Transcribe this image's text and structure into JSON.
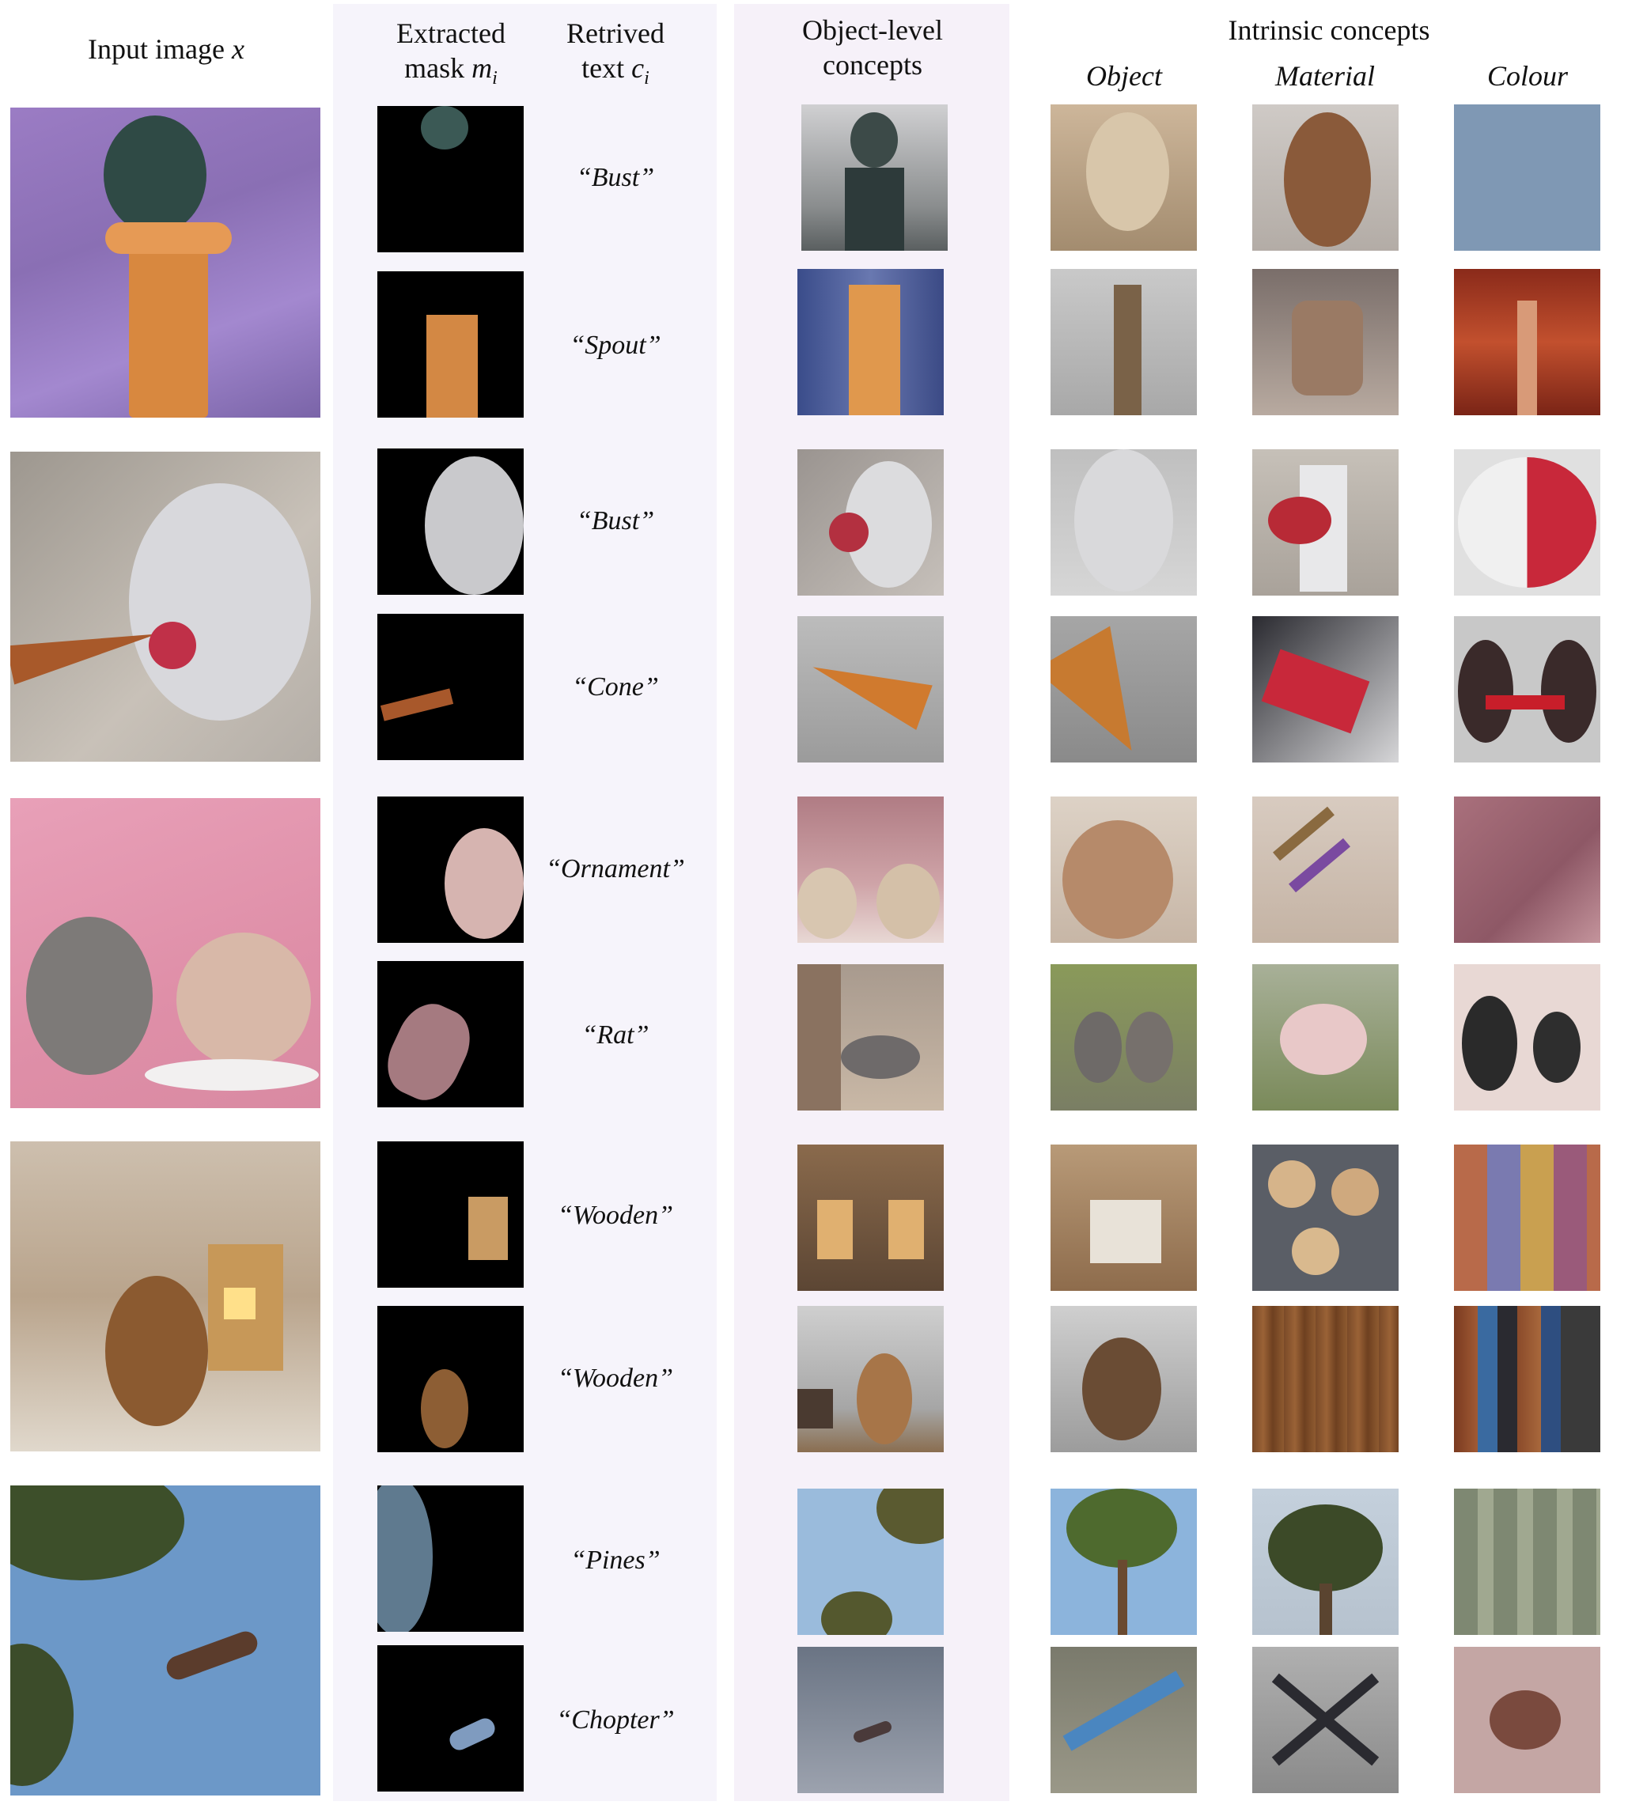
{
  "headers": {
    "input_image": "Input image",
    "input_var": "x",
    "extracted_mask_line1": "Extracted",
    "extracted_mask_line2": "mask",
    "mask_var": "m",
    "mask_sub": "i",
    "retrieved_text_line1": "Retrived",
    "retrieved_text_line2": "text",
    "text_var": "c",
    "text_sub": "i",
    "object_level_line1": "Object-level",
    "object_level_line2": "concepts",
    "intrinsic": "Intrinsic concepts",
    "col_object": "Object",
    "col_material": "Material",
    "col_colour": "Colour"
  },
  "rows": [
    {
      "caption": "“Bust”"
    },
    {
      "caption": "“Spout”"
    },
    {
      "caption": "“Bust”"
    },
    {
      "caption": "“Cone”"
    },
    {
      "caption": "“Ornament”"
    },
    {
      "caption": "“Rat”"
    },
    {
      "caption": "“Wooden”"
    },
    {
      "caption": "“Wooden”"
    },
    {
      "caption": "“Pines”"
    },
    {
      "caption": "“Chopter”"
    }
  ]
}
